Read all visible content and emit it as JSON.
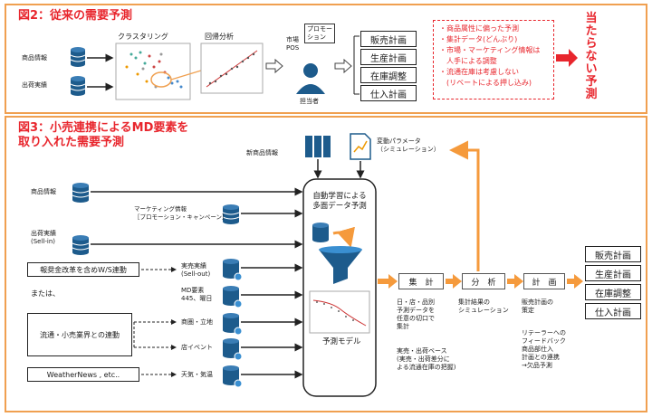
{
  "fig2": {
    "title": "図2：従来の需要予測",
    "clustering": "クラスタリング",
    "regression": "回帰分析",
    "inputs": [
      "商品情報",
      "出荷実績"
    ],
    "market_pos": "市場\nPOS",
    "promotion": "プロモー\nション",
    "person": "担当者",
    "plans": [
      "販売計画",
      "生産計画",
      "在庫調整",
      "仕入計画"
    ],
    "notes": [
      "・商品属性に偏った予測",
      "・集計データ(どんぶり)",
      "・市場・マーケティング情報は",
      "　人手による調整",
      "・流通在庫は考慮しない",
      "　(リベートによる押し込み)"
    ],
    "conclusion": "当たらない予測"
  },
  "fig3": {
    "title_line1": "図3：小売連携によるMD要素を",
    "title_line2": "取り入れた需要予測",
    "new_product": "新商品情報",
    "param": "変動パラメータ\n（シミュレーション）",
    "inputs": {
      "product_info": "商品情報",
      "marketing": "マーケティング情報\n［プロモーション・キャンペーン］",
      "shipment": "出荷実績\n(Sell-in)",
      "sellout": "実売実績\n(Sell-out)",
      "md": "MD要素\n445、曜日",
      "trade_area": "商圏・立地",
      "store_event": "店イベント",
      "weather": "天気・気温"
    },
    "sources": [
      "報奨金改革を含めW/S連動",
      "流通・小売業界との連動",
      "WeatherNews , etc.."
    ],
    "matawa": "または、",
    "ml_label": "自動学習による\n多面データ予測",
    "model_label": "予測モデル",
    "stages": [
      "集　計",
      "分　析",
      "計　画"
    ],
    "stage_notes": {
      "aggregate": "日・店・品別\n予測データを\n任意の切口で\n集計",
      "aggregate2": "実売・出荷ベース\n(実売・出荷差分に\nよる流通在庫の把握)",
      "analyze": "集計結果の\nシミュレーション",
      "plan": "販売計画の\n策定",
      "plan2": "リテーラーへの\nフィードバック\n商品部仕入\n計画との連携\n→欠品予測"
    },
    "plans": [
      "販売計画",
      "生産計画",
      "在庫調整",
      "仕入計画"
    ]
  },
  "colors": {
    "accent": "#e8262d",
    "border": "#f0a050",
    "arrow": "#f59a3c",
    "db": "#1d5b8c"
  },
  "icons": [
    "database-icon",
    "person-icon",
    "book-icon",
    "document-chart-icon",
    "funnel-icon",
    "scatter-plot-icon",
    "line-plot-icon"
  ]
}
